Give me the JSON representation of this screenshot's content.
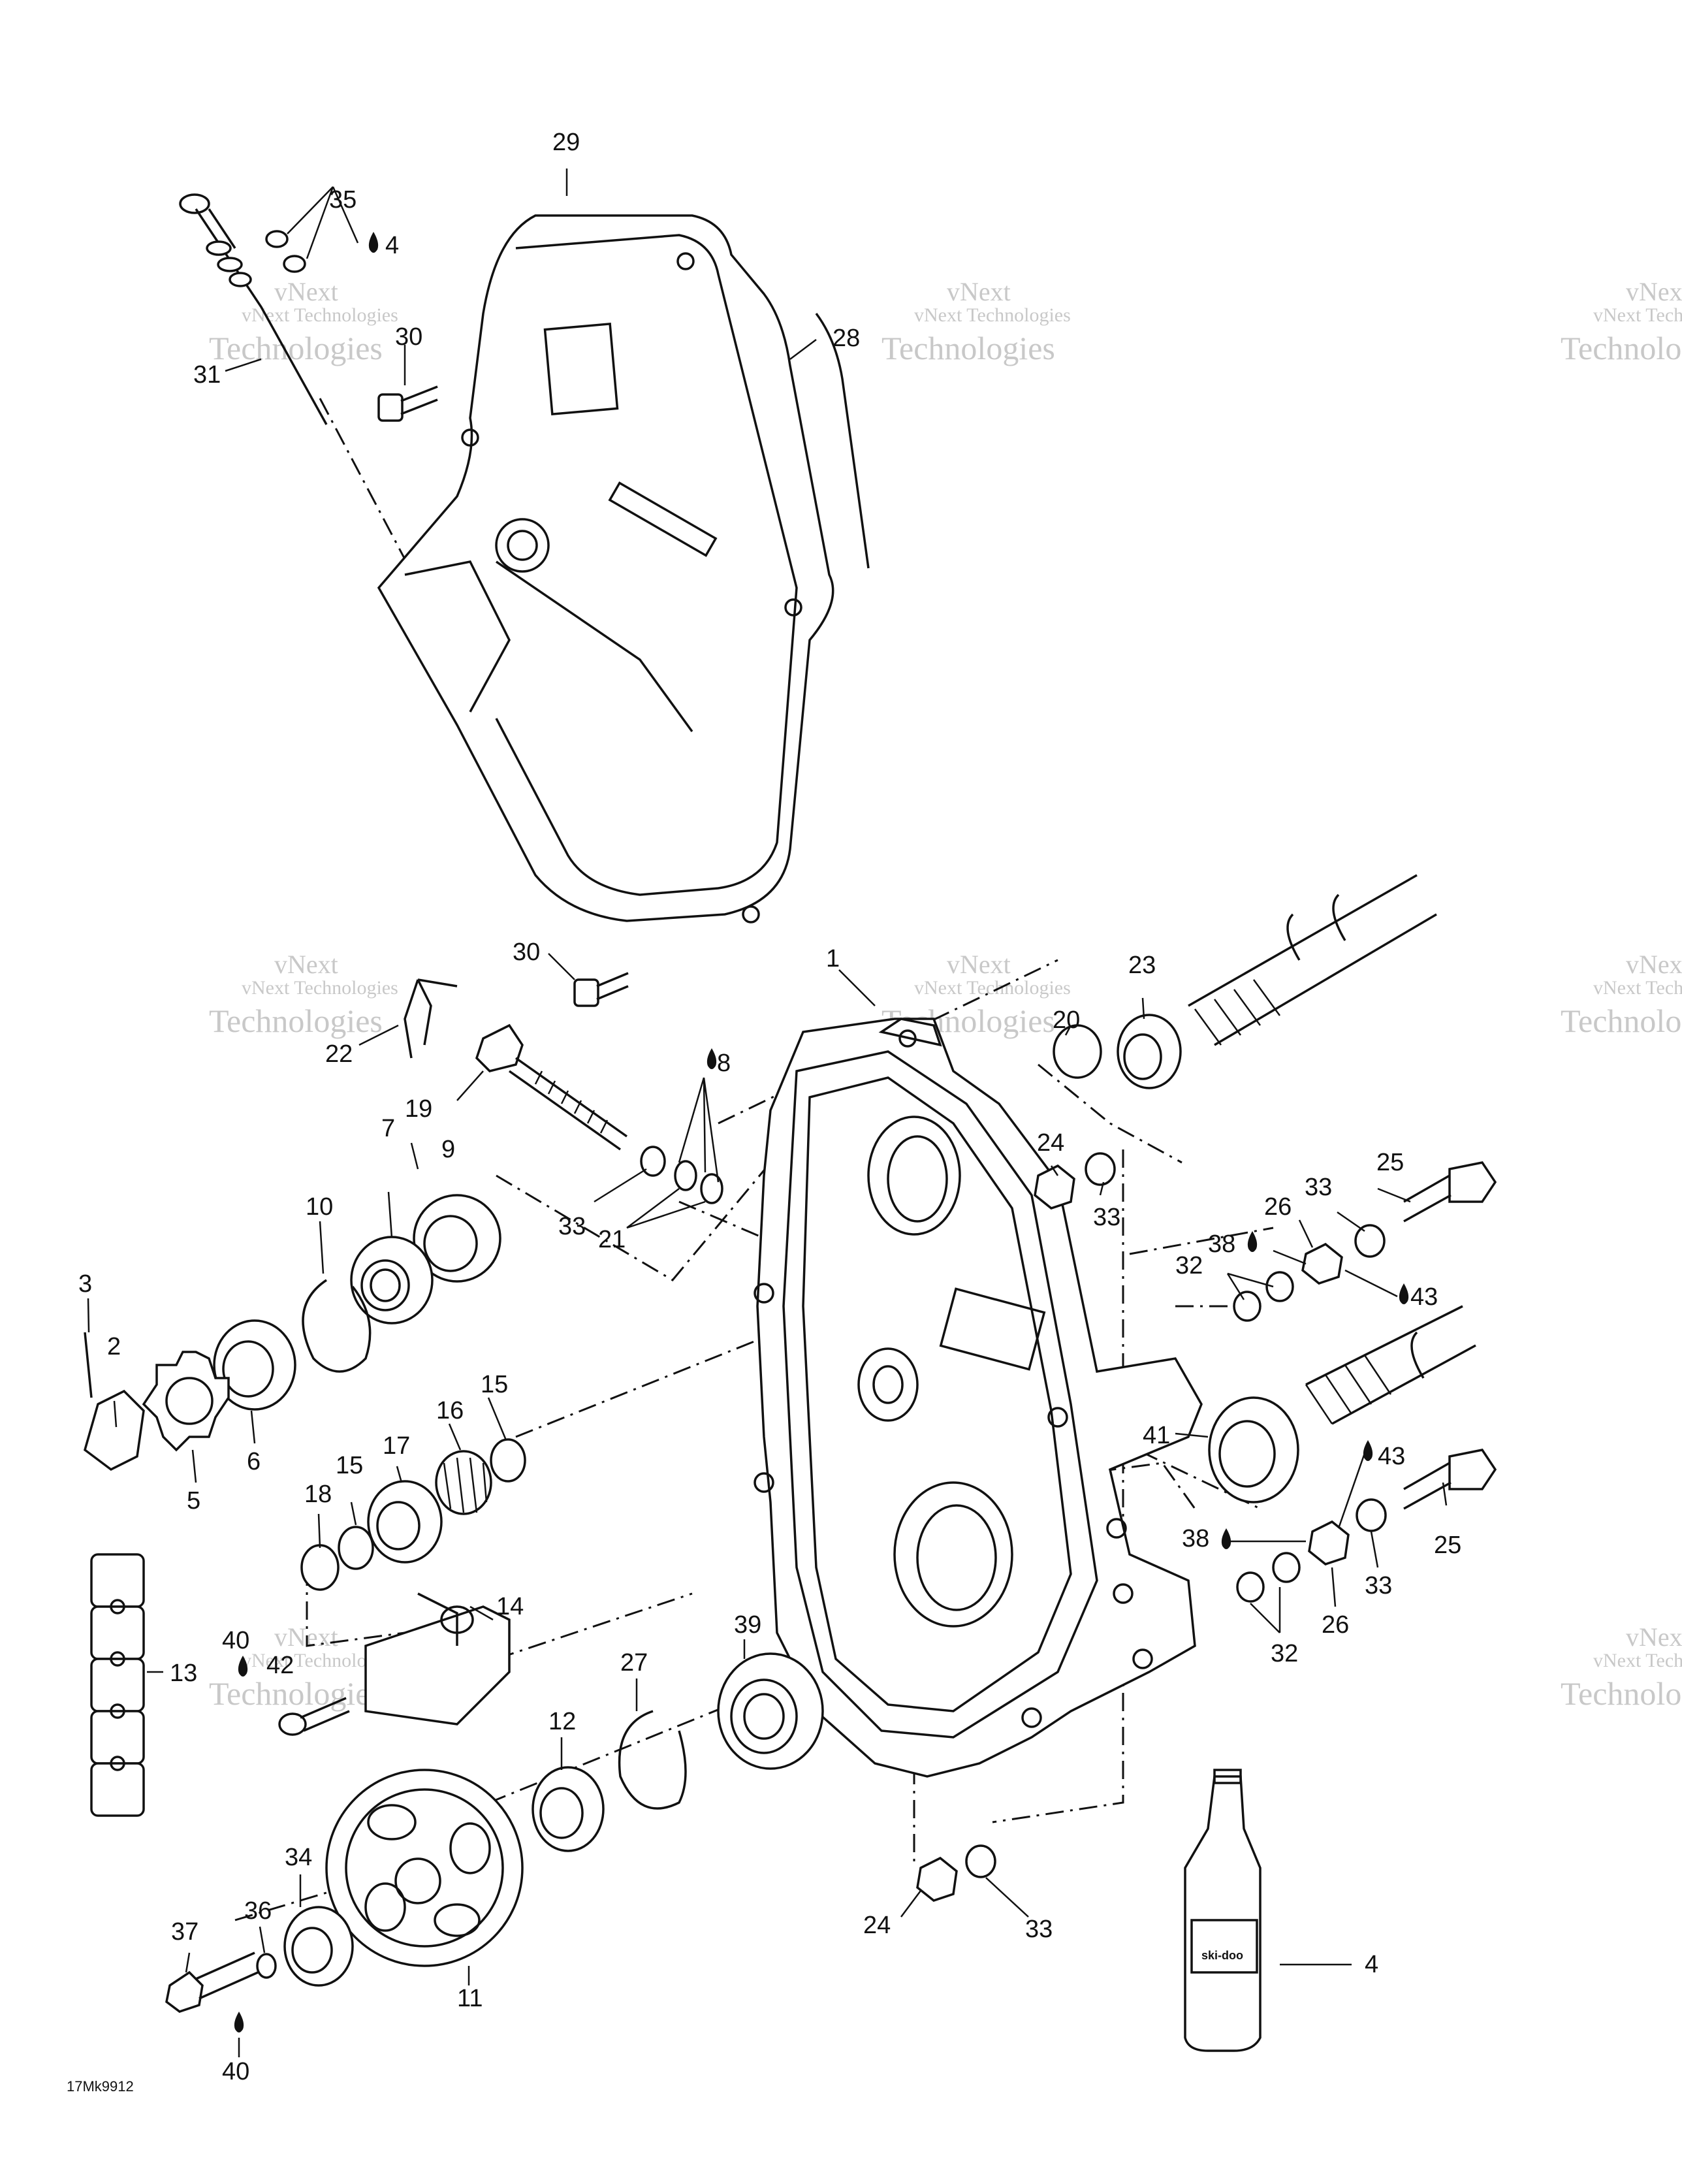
{
  "figure_code": "17Mk9912",
  "watermark": {
    "line1": "vNext",
    "line2": "vNext Technologies",
    "line3": "Technologies"
  },
  "callouts": {
    "c1": "1",
    "c2": "2",
    "c3": "3",
    "c4a": "4",
    "c4b": "4",
    "c5": "5",
    "c6": "6",
    "c7": "7",
    "c8": "8",
    "c9": "9",
    "c10": "10",
    "c11": "11",
    "c12": "12",
    "c13": "13",
    "c14": "14",
    "c15a": "15",
    "c15b": "15",
    "c16": "16",
    "c17": "17",
    "c18": "18",
    "c19": "19",
    "c20": "20",
    "c21": "21",
    "c22": "22",
    "c23": "23",
    "c24a": "24",
    "c24b": "24",
    "c25a": "25",
    "c25b": "25",
    "c26a": "26",
    "c26b": "26",
    "c27": "27",
    "c28": "28",
    "c29": "29",
    "c30a": "30",
    "c30b": "30",
    "c31": "31",
    "c32a": "32",
    "c32b": "32",
    "c33a": "33",
    "c33b": "33",
    "c33c": "33",
    "c33d": "33",
    "c33e": "33",
    "c34": "34",
    "c35": "35",
    "c36": "36",
    "c37": "37",
    "c38a": "38",
    "c38b": "38",
    "c39": "39",
    "c40a": "40",
    "c40b": "40",
    "c41": "41",
    "c42": "42",
    "c43a": "43",
    "c43b": "43"
  },
  "bottle_label": "ski-doo"
}
